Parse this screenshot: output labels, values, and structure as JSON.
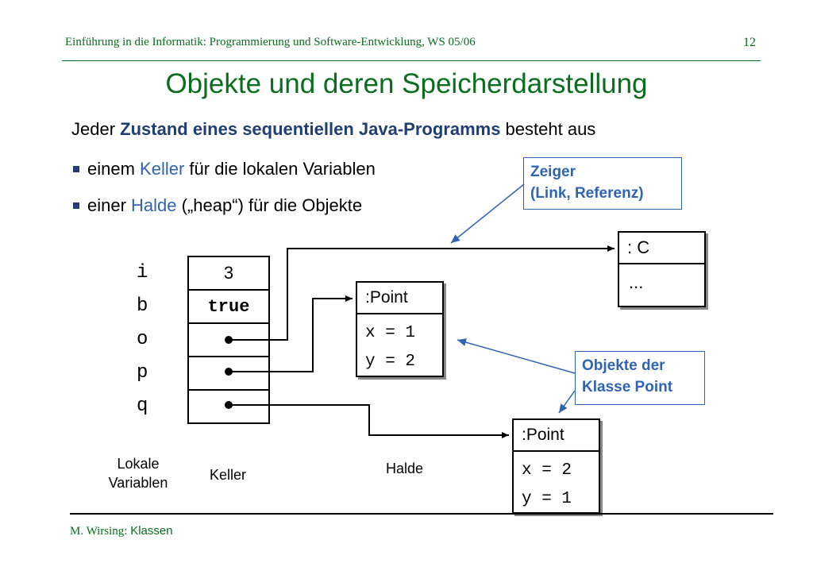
{
  "header": {
    "course": "Einführung in die Informatik: Programmierung und Software-Entwicklung, WS 05/06",
    "page_number": "12"
  },
  "title": "Objekte und deren Speicherdarstellung",
  "intro": {
    "prefix": "Jeder ",
    "bold": "Zustand eines sequentiellen Java-Programms",
    "suffix": " besteht aus"
  },
  "bullets": [
    {
      "pre": "einem ",
      "highlight": "Keller",
      "post": " für die lokalen Variablen"
    },
    {
      "pre": "einer ",
      "highlight": "Halde",
      "post": " („heap“) für die Objekte"
    }
  ],
  "stack": {
    "vars": [
      "i",
      "b",
      "o",
      "p",
      "q"
    ],
    "values": [
      "3",
      "true",
      "",
      "",
      ""
    ]
  },
  "objects": {
    "c": {
      "title": ": C",
      "body": "..."
    },
    "point1": {
      "title": ":Point",
      "fields": [
        "x = 1",
        "y = 2"
      ]
    },
    "point2": {
      "title": ":Point",
      "fields": [
        "x = 2",
        "y = 1"
      ]
    }
  },
  "callouts": {
    "zeiger": [
      "Zeiger",
      "(Link, Referenz)"
    ],
    "objekte": [
      "Objekte der",
      "Klasse Point"
    ]
  },
  "labels": {
    "lokale": [
      "Lokale",
      "Variablen"
    ],
    "keller": "Keller",
    "halde": "Halde"
  },
  "footer": {
    "author": "M. Wirsing: ",
    "topic": "Klassen"
  }
}
